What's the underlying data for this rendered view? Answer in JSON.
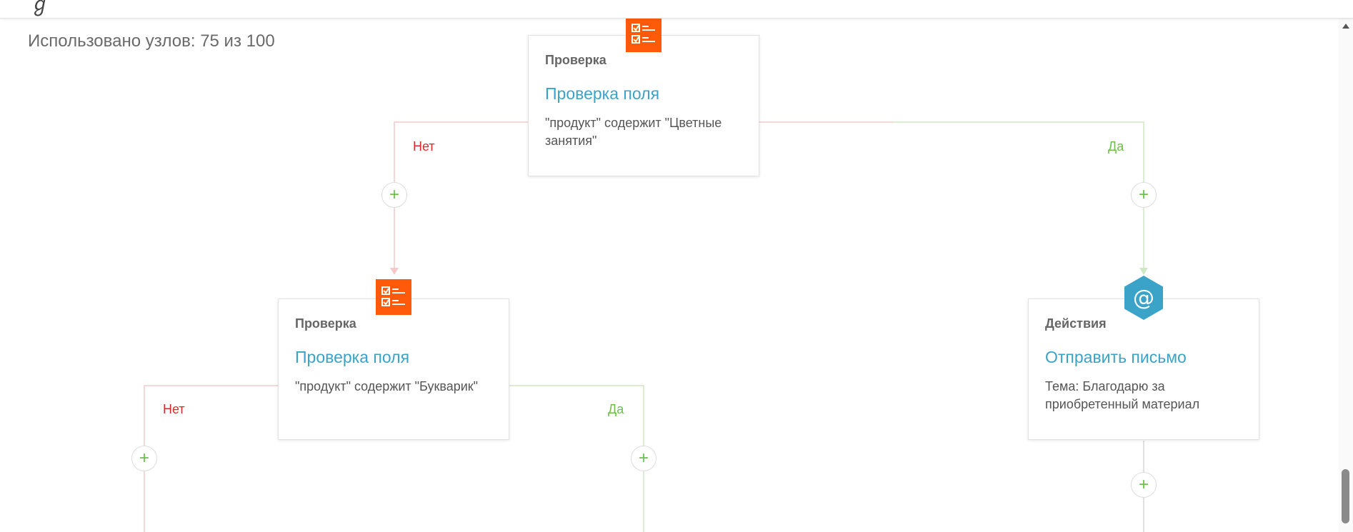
{
  "header": {
    "logo_glyph": "ℊ"
  },
  "usage_text": "Использовано узлов: 75 из 100",
  "colors": {
    "accent_blue": "#3aa3c7",
    "icon_orange": "#ff5a0a",
    "hex_blue": "#3aa3c7",
    "no_red": "#d82b2b",
    "yes_green": "#6cc04a"
  },
  "nodes": {
    "top": {
      "type": "Проверка",
      "title": "Проверка поля",
      "desc": "\"продукт\" содержит \"Цветные занятия\"",
      "icon": "checklist-icon"
    },
    "left": {
      "type": "Проверка",
      "title": "Проверка поля",
      "desc": "\"продукт\" содержит \"Букварик\"",
      "icon": "checklist-icon"
    },
    "right": {
      "type": "Действия",
      "title": "Отправить письмо",
      "desc": "Тема: Благодарю за приобретенный материал",
      "icon": "email-at-icon",
      "icon_glyph": "@"
    }
  },
  "branches": {
    "no": "Нет",
    "yes": "Да"
  },
  "add_step_glyph": "+"
}
